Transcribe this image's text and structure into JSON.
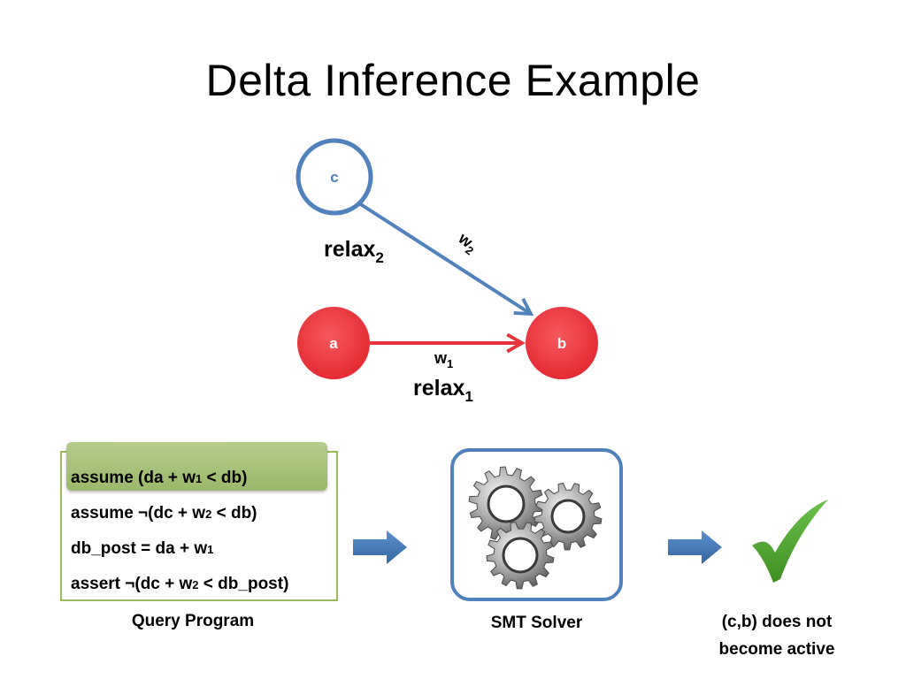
{
  "title": "Delta Inference Example",
  "graph": {
    "nodes": {
      "c": "c",
      "a": "a",
      "b": "b"
    },
    "edges": {
      "relax2": {
        "base": "relax",
        "sub": "2",
        "weight_base": "w",
        "weight_sub": "2"
      },
      "relax1": {
        "base": "relax",
        "sub": "1",
        "weight_base": "w",
        "weight_sub": "1"
      }
    },
    "colors": {
      "blue": "#4f81bd",
      "red": "#e8333a"
    }
  },
  "query_program": {
    "lines": [
      {
        "pre": "assume (da + w",
        "sub": "1",
        "post": " < db)"
      },
      {
        "pre": "assume ¬(dc + w",
        "sub": "2",
        "post": " < db)"
      },
      {
        "pre": "db_post = da + w",
        "sub": "1",
        "post": ""
      },
      {
        "pre": "assert ¬(dc + w",
        "sub": "2",
        "post": " < db_post)"
      }
    ],
    "caption": "Query Program",
    "highlight_color": "#9bbb59"
  },
  "solver": {
    "caption": "SMT Solver",
    "icon": "gears-icon"
  },
  "result": {
    "caption_line1": "(c,b) does not",
    "caption_line2": "become active",
    "icon": "checkmark-icon",
    "color": "#4ea72e"
  }
}
